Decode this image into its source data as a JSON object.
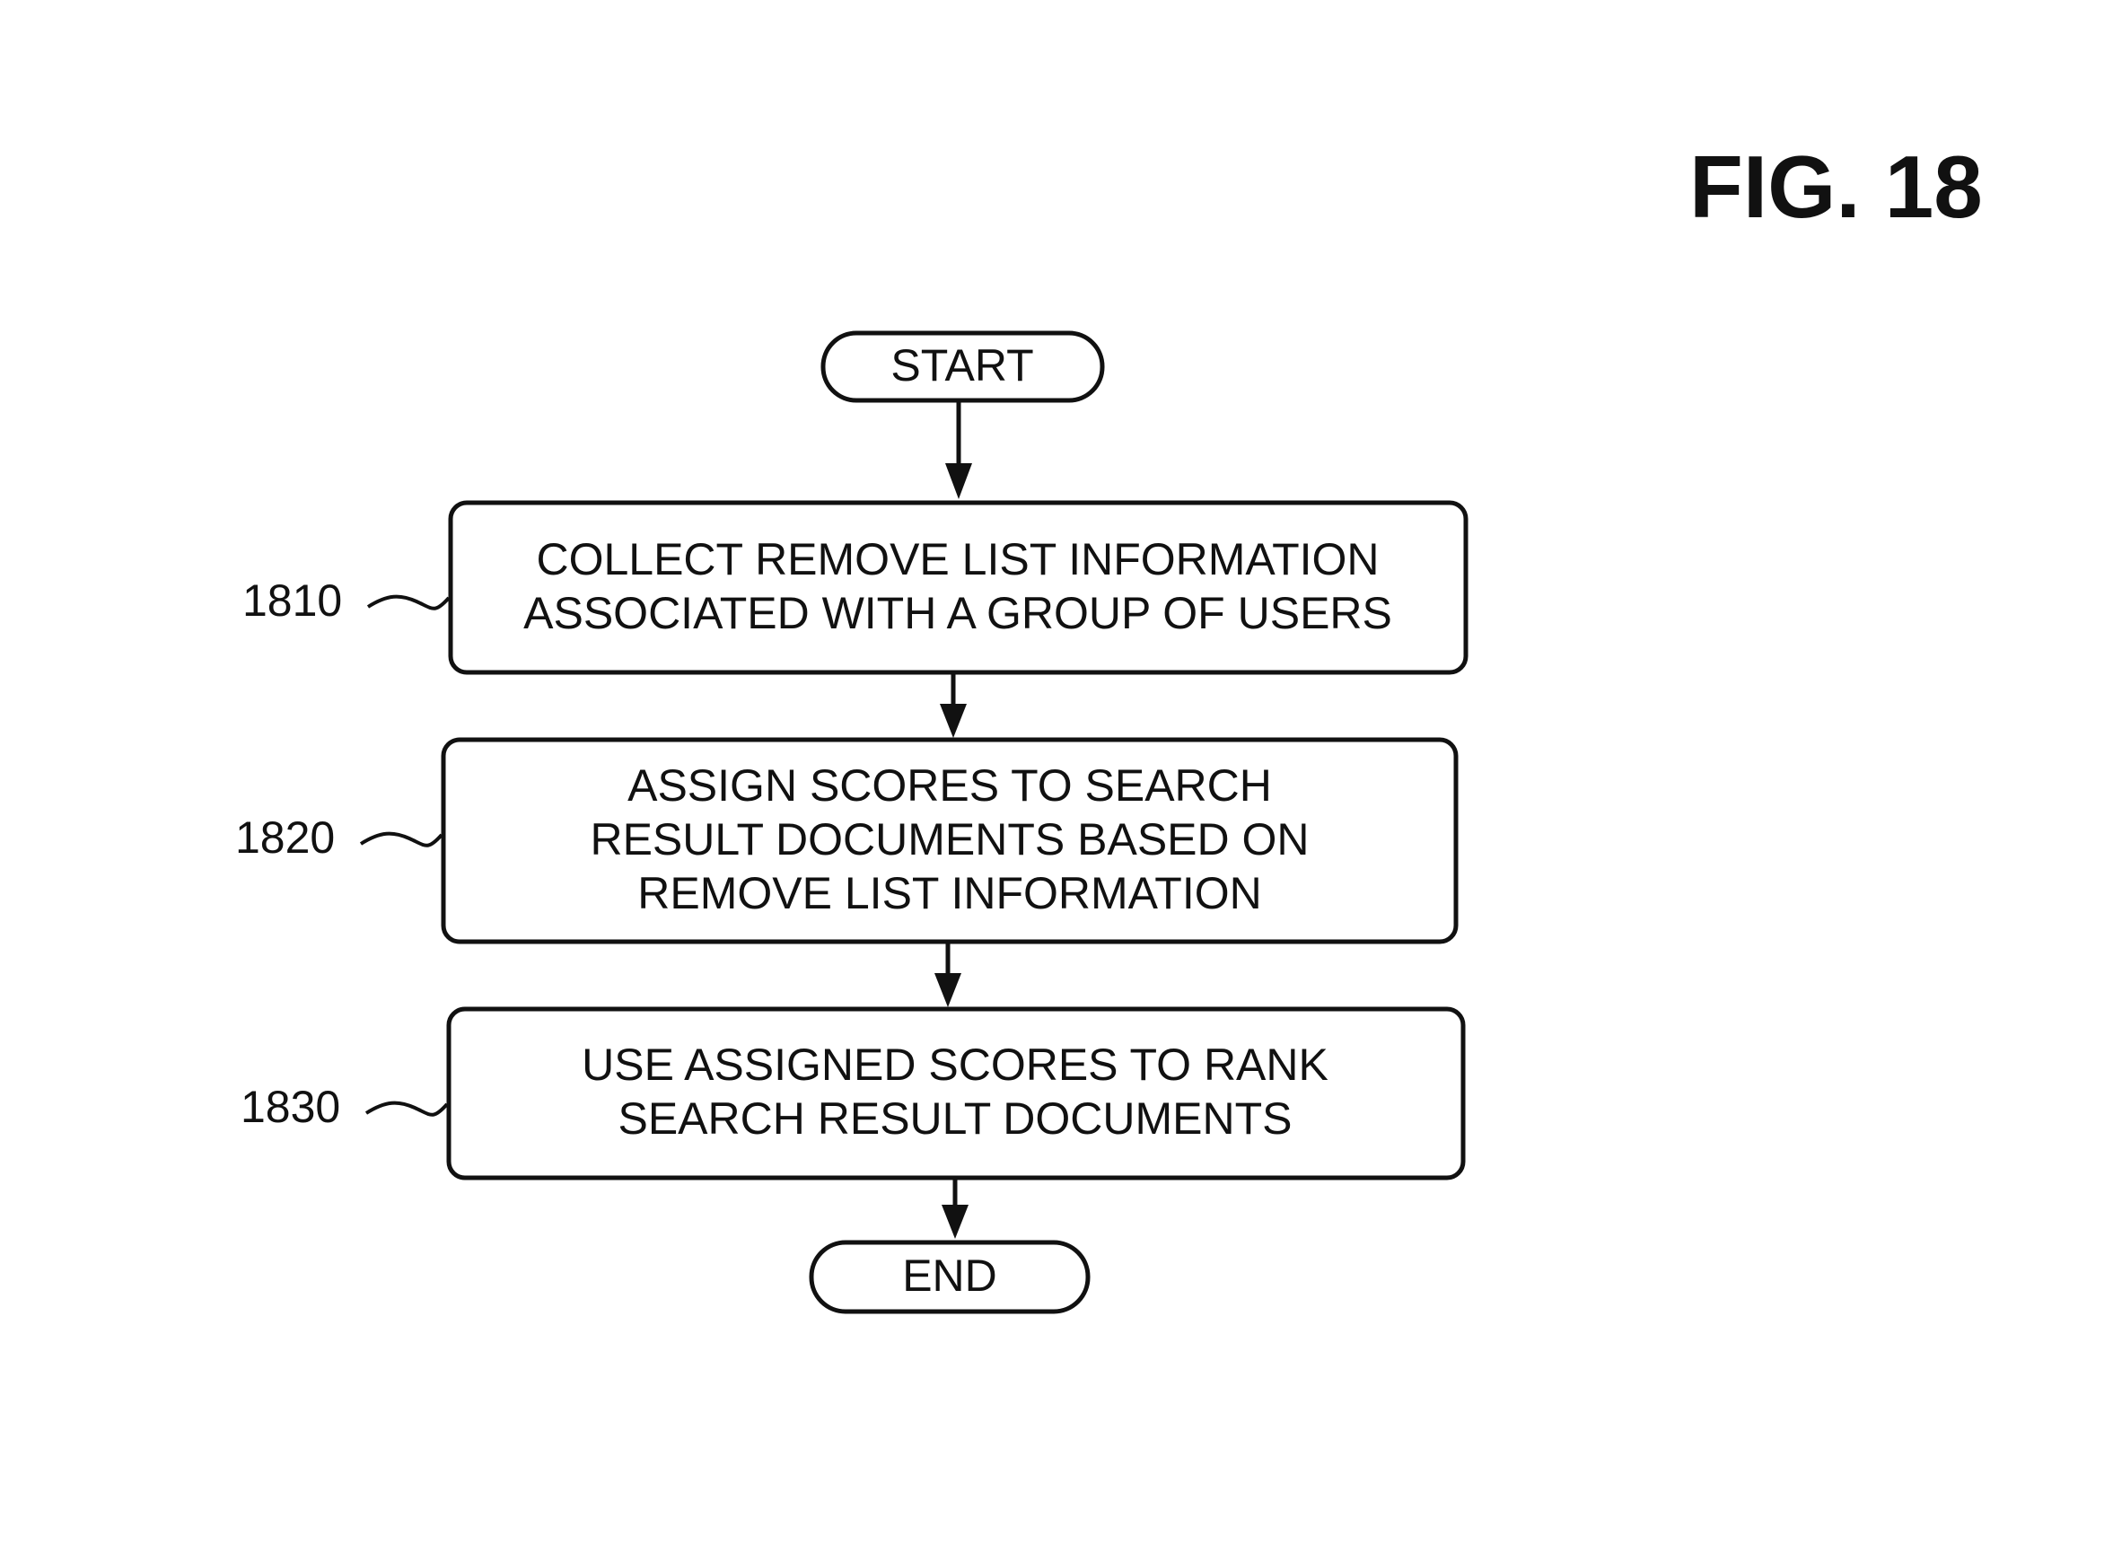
{
  "figure": {
    "label": "FIG. 18"
  },
  "terminals": {
    "start": "START",
    "end": "END"
  },
  "steps": [
    {
      "ref": "1810",
      "lines": [
        "COLLECT REMOVE LIST INFORMATION",
        "ASSOCIATED WITH A GROUP OF USERS"
      ]
    },
    {
      "ref": "1820",
      "lines": [
        "ASSIGN SCORES TO SEARCH",
        "RESULT DOCUMENTS BASED ON",
        "REMOVE LIST INFORMATION"
      ]
    },
    {
      "ref": "1830",
      "lines": [
        "USE ASSIGNED SCORES TO RANK",
        "SEARCH RESULT DOCUMENTS"
      ]
    }
  ]
}
